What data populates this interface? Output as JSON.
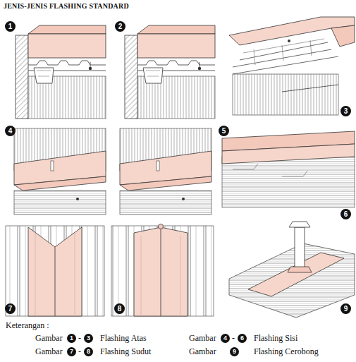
{
  "diagram": {
    "title": "JENIS-JENIS FLASHING STANDARD",
    "labels": [
      "1",
      "2",
      "3",
      "4",
      "5",
      "6",
      "7",
      "8",
      "9",
      "Keterangan :",
      "Gambar",
      "1",
      "-",
      "3",
      "Flashing Atas",
      "Gambar",
      "4",
      "-",
      "6",
      "Flashing Sisi",
      "Gambar",
      "7",
      "-",
      "8",
      "Flashing Sudut",
      "Gambar",
      "9",
      "Flashing Cerobong"
    ]
  }
}
